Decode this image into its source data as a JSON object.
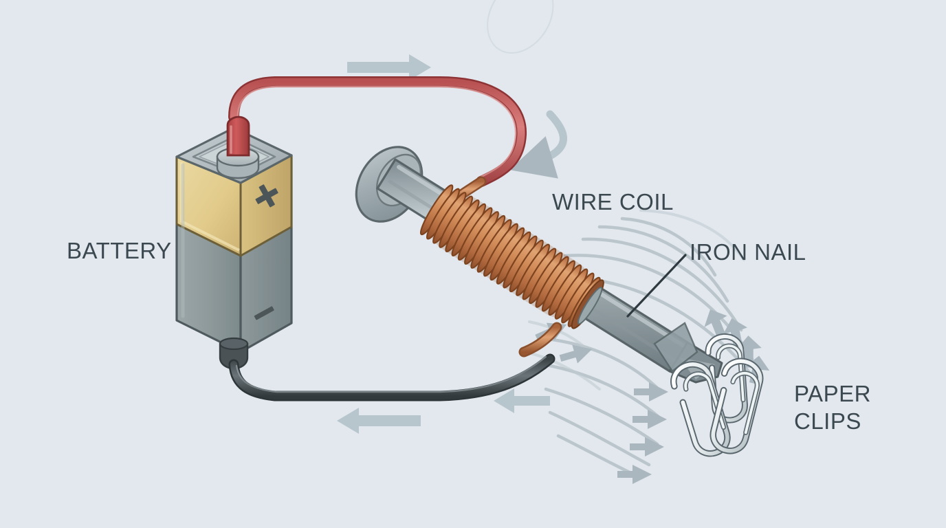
{
  "diagram": {
    "title": "Electromagnet with iron nail, wire coil and battery",
    "background_color": "#e2e8ed",
    "label_color": "#3b4850"
  },
  "labels": {
    "battery": "BATTERY",
    "wire_coil": "WIRE COIL",
    "iron_nail": "IRON NAIL",
    "paper_clips": "PAPER\nCLIPS"
  },
  "battery": {
    "polarity_positive": "+",
    "polarity_negative": "−",
    "top_color": "#e5d08f",
    "body_color": "#8e9a9c",
    "terminal_color": "#c4484a",
    "cap_color": "#b9c2c5"
  },
  "components": {
    "nail": {
      "name": "iron-nail",
      "shaft_color": "#9aa7ab",
      "head_color": "#97a3a8"
    },
    "coil": {
      "name": "copper-wire-coil",
      "wire_color": "#cf8b5a",
      "highlight_color": "#e6a878",
      "turns": 24
    },
    "paper_clips": {
      "name": "paper-clips",
      "count": 3,
      "color": "#f2f5f6",
      "outline_color": "#4c5a61"
    },
    "wires": {
      "positive_wire_color": "#c96a6a",
      "negative_wire_color": "#4a5256"
    },
    "field_lines": {
      "name": "magnetic-field-lines",
      "color": "#aebac1",
      "count": 10
    },
    "current_arrows": {
      "name": "current-direction-arrows",
      "color": "#b1c0c8",
      "count": 4
    }
  }
}
